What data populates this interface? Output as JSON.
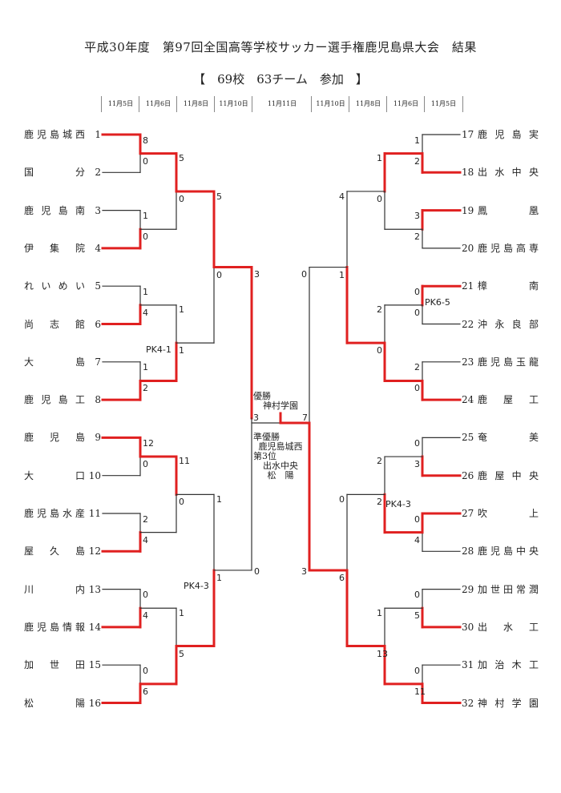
{
  "title": "平成30年度　第97回全国高等学校サッカー選手権鹿児島県大会　結果",
  "subtitle": "【　69校　63チーム　参加　】",
  "rounds": [
    "11月5日",
    "11月6日",
    "11月8日",
    "11月10日",
    "11月11日",
    "11月10日",
    "11月8日",
    "11月6日",
    "11月5日"
  ],
  "left_teams": [
    {
      "name": "鹿児島城西",
      "no": "1"
    },
    {
      "name": "国分",
      "no": "2"
    },
    {
      "name": "鹿児島南",
      "no": "3"
    },
    {
      "name": "伊集院",
      "no": "4"
    },
    {
      "name": "れいめい",
      "no": "5"
    },
    {
      "name": "尚志館",
      "no": "6"
    },
    {
      "name": "大島",
      "no": "7"
    },
    {
      "name": "鹿児島工",
      "no": "8"
    },
    {
      "name": "鹿児島",
      "no": "9"
    },
    {
      "name": "大口",
      "no": "10"
    },
    {
      "name": "鹿児島水産",
      "no": "11"
    },
    {
      "name": "屋久島",
      "no": "12"
    },
    {
      "name": "川内",
      "no": "13"
    },
    {
      "name": "鹿児島情報",
      "no": "14"
    },
    {
      "name": "加世田",
      "no": "15"
    },
    {
      "name": "松陽",
      "no": "16"
    }
  ],
  "right_teams": [
    {
      "name": "鹿児島実",
      "no": "17"
    },
    {
      "name": "出水中央",
      "no": "18"
    },
    {
      "name": "鳳凰",
      "no": "19"
    },
    {
      "name": "鹿児島高専",
      "no": "20"
    },
    {
      "name": "樟南",
      "no": "21"
    },
    {
      "name": "沖永良部",
      "no": "22"
    },
    {
      "name": "鹿児島玉龍",
      "no": "23"
    },
    {
      "name": "鹿屋工",
      "no": "24"
    },
    {
      "name": "奄美",
      "no": "25"
    },
    {
      "name": "鹿屋中央",
      "no": "26"
    },
    {
      "name": "吹上",
      "no": "27"
    },
    {
      "name": "鹿児島中央",
      "no": "28"
    },
    {
      "name": "加世田常潤",
      "no": "29"
    },
    {
      "name": "出水工",
      "no": "30"
    },
    {
      "name": "加治木工",
      "no": "31"
    },
    {
      "name": "神村学園",
      "no": "32"
    }
  ],
  "scores": {
    "left_r1": [
      "8",
      "0",
      "1",
      "0",
      "1",
      "4",
      "1",
      "2",
      "12",
      "0",
      "2",
      "4",
      "0",
      "4",
      "0",
      "6"
    ],
    "left_r2": [
      "5",
      "0",
      "1",
      "1",
      "11",
      "0",
      "1",
      "5"
    ],
    "left_r3": [
      "5",
      "0",
      "1",
      "1"
    ],
    "left_r4": [
      "3",
      "0"
    ],
    "right_r1": [
      "1",
      "2",
      "3",
      "2",
      "0",
      "0",
      "2",
      "0",
      "0",
      "3",
      "0",
      "4",
      "0",
      "5",
      "0",
      "11"
    ],
    "right_r2": [
      "1",
      "0",
      "2",
      "0",
      "2",
      "2",
      "1",
      "13"
    ],
    "right_r3": [
      "4",
      "1",
      "0",
      "6"
    ],
    "right_r4": [
      "0",
      "3"
    ],
    "final_left": "3",
    "final_right": "7"
  },
  "pk_labels": {
    "left_r2_b": "PK4-1",
    "left_r3_b": "PK4-3",
    "right_r1_c": "PK6-5",
    "right_r2_c": "PK4-3"
  },
  "results": {
    "champion_label": "優勝",
    "champion": "神村学園",
    "runnerup_label": "準優勝",
    "runnerup": "鹿児島城西",
    "third_label": "第3位",
    "third_1": "出水中央",
    "third_2": "松　陽"
  },
  "colors": {
    "win": "#e02020",
    "line": "#333333"
  }
}
